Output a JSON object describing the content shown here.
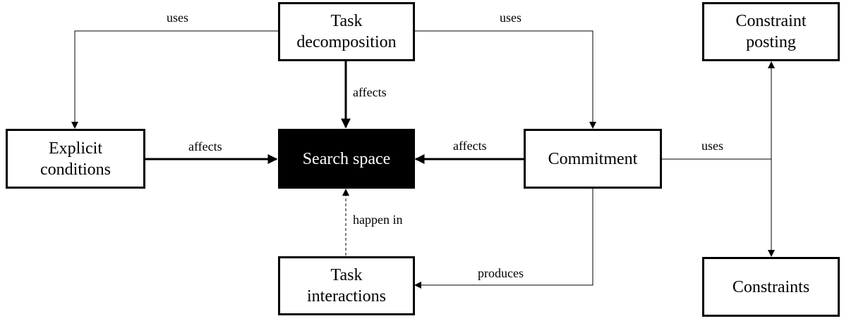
{
  "nodes": {
    "task_decomposition": "Task\ndecomposition",
    "constraint_posting": "Constraint\nposting",
    "explicit_conditions": "Explicit\nconditions",
    "search_space": "Search space",
    "commitment": "Commitment",
    "task_interactions": "Task\ninteractions",
    "constraints": "Constraints"
  },
  "edges": {
    "decomposition_uses_conditions": "uses",
    "decomposition_uses_commitment": "uses",
    "decomposition_affects_space": "affects",
    "conditions_affects_space": "affects",
    "commitment_affects_space": "affects",
    "commitment_uses_posting": "uses",
    "interactions_happen_in_space": "happen in",
    "commitment_produces_interactions": "produces"
  }
}
